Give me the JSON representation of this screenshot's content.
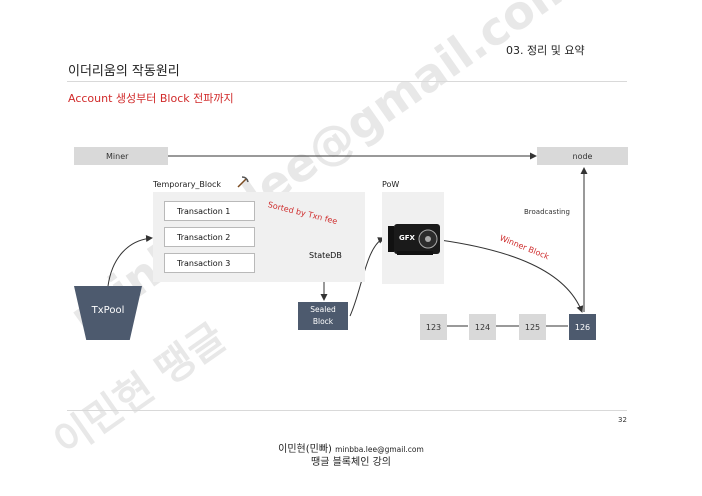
{
  "header": {
    "title": "이더리움의 작동원리",
    "section": "03. 정리 및 요약",
    "subtitle": "Account 생성부터 Block 전파까지"
  },
  "diagram": {
    "miner_label": "Miner",
    "node_label": "node",
    "temp_block_label": "Temporary_Block",
    "transactions": [
      "Transaction 1",
      "Transaction 2",
      "Transaction 3"
    ],
    "sorted_label": "Sorted by Txn fee",
    "statedb_label": "StateDB",
    "txpool_label": "TxPool",
    "sealed_label_1": "Sealed",
    "sealed_label_2": "Block",
    "pow_label": "PoW",
    "gpu_label": "GFX",
    "broadcast_label": "Broadcasting",
    "winner_label": "Winner Block",
    "chain_blocks": [
      "123",
      "124",
      "125",
      "126"
    ]
  },
  "footer": {
    "page_number": "32",
    "author": "이민현(민빠)",
    "email": "minbba.lee@gmail.com",
    "course": "땡글 블록체인 강의"
  },
  "watermark": {
    "line1": "minbba.lee@gmail.com",
    "line2": "이민현 땡글"
  },
  "colors": {
    "accent_red": "#d12b2b",
    "dark_block": "#4d5a6e",
    "light_gray": "#d9d9d9"
  }
}
